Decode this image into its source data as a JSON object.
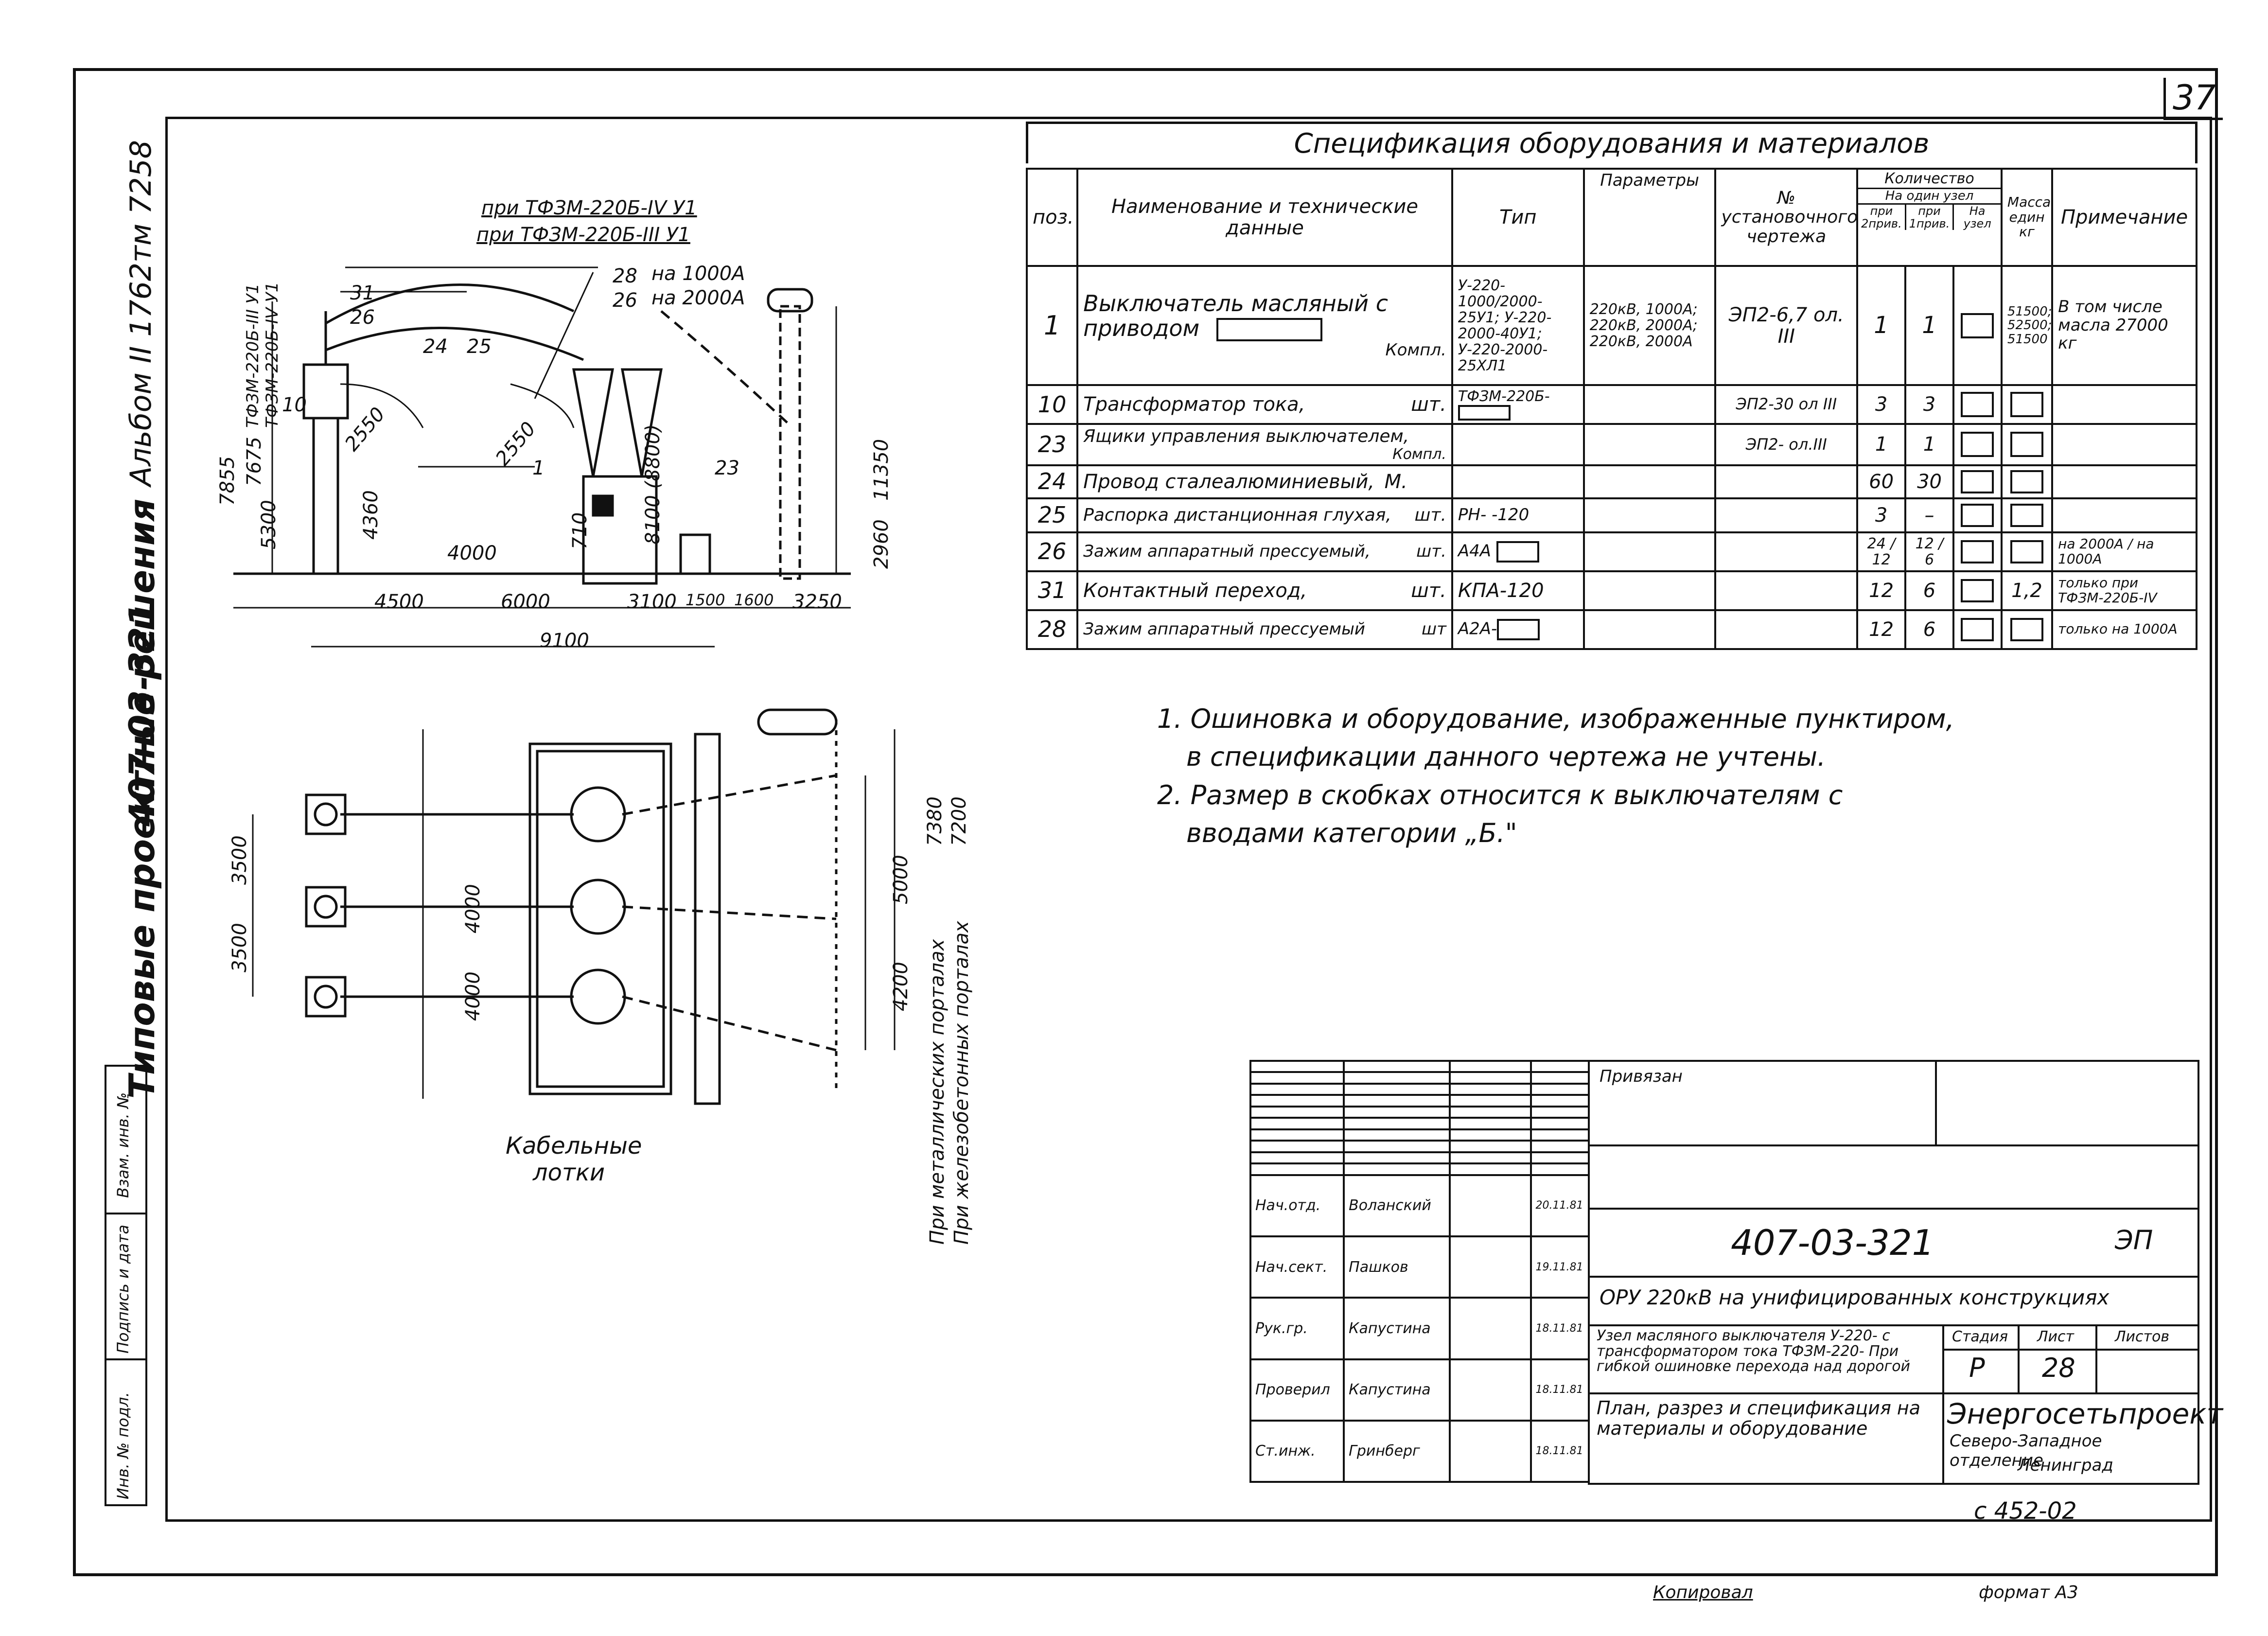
{
  "sheet": {
    "page_number": "37",
    "left_album": "Альбом II  1762тм  7258",
    "left_code": "407-03-321",
    "left_series": "Типовые проектные решения",
    "format": "формат А3",
    "copied": "Копировал",
    "stamp_code": "с 452-02",
    "inv_labels": [
      "Инв. № подл.",
      "Подпись и дата",
      "Взам. инв. №"
    ]
  },
  "spec": {
    "title": "Спецификация оборудования и материалов",
    "headers": {
      "pos": "поз.",
      "name": "Наименование и технические данные",
      "type": "Тип",
      "params": "Параметры",
      "install": "№ установочного чертежа",
      "qty": "Количество",
      "per_node": "На один узел",
      "per_group": "при 2прив.",
      "per_one": "при 1прив.",
      "node": "На",
      "node2": "узел",
      "mass": "Масса един кг",
      "note": "Примечание"
    },
    "rows": [
      {
        "pos": "1",
        "name": "Выключатель масляный с приводом",
        "unit": "Компл.",
        "type": "У-220-1000/2000-25У1; У-220-2000-40У1; У-220-2000-25ХЛ1",
        "params": "220кВ, 1000А; 220кВ, 2000А; 220кВ, 2000А",
        "install": "ЭП2-6,7 ол. III",
        "q1": "1",
        "q2": "1",
        "mass": "51500; 52500; 51500",
        "note": "В том числе масла 27000 кг"
      },
      {
        "pos": "10",
        "name": "Трансформатор тока,",
        "unit": "шт.",
        "type": "ТФЗМ-220Б-",
        "params": "",
        "install": "ЭП2-30 ол III",
        "q1": "3",
        "q2": "3",
        "mass": "",
        "note": ""
      },
      {
        "pos": "23",
        "name": "Ящики управления выключателем,",
        "unit": "Компл.",
        "type": "",
        "params": "",
        "install": "ЭП2- ол.III",
        "q1": "1",
        "q2": "1",
        "mass": "",
        "note": ""
      },
      {
        "pos": "24",
        "name": "Провод сталеалюминиевый,",
        "unit": "М.",
        "type": "",
        "params": "",
        "install": "",
        "q1": "60",
        "q2": "30",
        "mass": "",
        "note": ""
      },
      {
        "pos": "25",
        "name": "Распорка дистанционная глухая,",
        "unit": "шт.",
        "type": "РН-   -120",
        "params": "",
        "install": "",
        "q1": "3",
        "q2": "–",
        "mass": "",
        "note": ""
      },
      {
        "pos": "26",
        "name": "Зажим аппаратный прессуемый,",
        "unit": "шт.",
        "type": "А4А",
        "params": "",
        "install": "",
        "q1": "24 / 12",
        "q2": "12 / 6",
        "mass": "",
        "note": "на 2000А / на 1000А"
      },
      {
        "pos": "31",
        "name": "Контактный переход,",
        "unit": "шт.",
        "type": "КПА-120",
        "params": "",
        "install": "",
        "q1": "12",
        "q2": "6",
        "mass": "1,2",
        "note": "только при ТФЗМ-220Б-IV"
      },
      {
        "pos": "28",
        "name": "Зажим аппаратный прессуемый",
        "unit": "шт",
        "type": "А2А-",
        "params": "",
        "install": "",
        "q1": "12",
        "q2": "6",
        "mass": "",
        "note": "только на 1000А"
      }
    ]
  },
  "notes": [
    "1. Ошиновка и оборудование, изображенные пунктиром,",
    "в спецификации данного чертежа не учтены.",
    "2. Размер в скобках относится к выключателям с",
    "вводами категории „Б.\""
  ],
  "drawing": {
    "label_tfzm4": "при ТФЗМ-220Б-IV У1",
    "label_tfzm3": "при ТФЗМ-220Б-III У1",
    "label_1000": "на 1000А",
    "label_2000": "на 2000А",
    "vert_tfzm": "ТФЗМ-220Б-III У1",
    "vert_tfzm2": "ТФЗМ-220Б-IV У1",
    "callouts": [
      "31",
      "26",
      "28",
      "26",
      "24",
      "25",
      "10",
      "1",
      "23"
    ],
    "dims_h": [
      "4500",
      "6000",
      "3100",
      "1500",
      "1600",
      "3250",
      "9100",
      "4000"
    ],
    "dims_v": [
      "7855",
      "7675",
      "5300",
      "4360",
      "710",
      "8100 (8800)",
      "2960",
      "11350",
      "2550",
      "2550"
    ],
    "plan_dims": [
      "3500",
      "3500",
      "4000",
      "4000",
      "5000",
      "7380",
      "7200",
      "4200"
    ],
    "cable_label": "Кабельные лотки",
    "rot_label1": "При металлических порталах",
    "rot_label2": "При железобетонных порталах"
  },
  "title_block": {
    "bound": "Привязан",
    "doc_code": "407-03-321",
    "sheet_code": "ЭП",
    "project": "ОРУ 220кВ на унифицированных конструкциях",
    "node_desc": "Узел масляного выключателя У-220-     с трансформатором тока ТФЗМ-220-     При гибкой ошиновке перехода над дорогой",
    "sheet_desc": "План, разрез и спецификация на материалы и оборудование",
    "stage_h": "Стадия",
    "sheet_h": "Лист",
    "sheets_h": "Листов",
    "stage": "Р",
    "sheet": "28",
    "org": "Энергосетьпроект",
    "org2": "Северо-Западное отделение",
    "city": "Ленинград",
    "sign_rows": [
      {
        "role": "Нач.отд.",
        "name": "Воланский",
        "date": "20.11.81"
      },
      {
        "role": "Нач.сект.",
        "name": "Пашков",
        "date": "19.11.81"
      },
      {
        "role": "Рук.гр.",
        "name": "Капустина",
        "date": "18.11.81"
      },
      {
        "role": "Проверил",
        "name": "Капустина",
        "date": "18.11.81"
      },
      {
        "role": "Ст.инж.",
        "name": "Гринберг",
        "date": "18.11.81"
      }
    ]
  }
}
